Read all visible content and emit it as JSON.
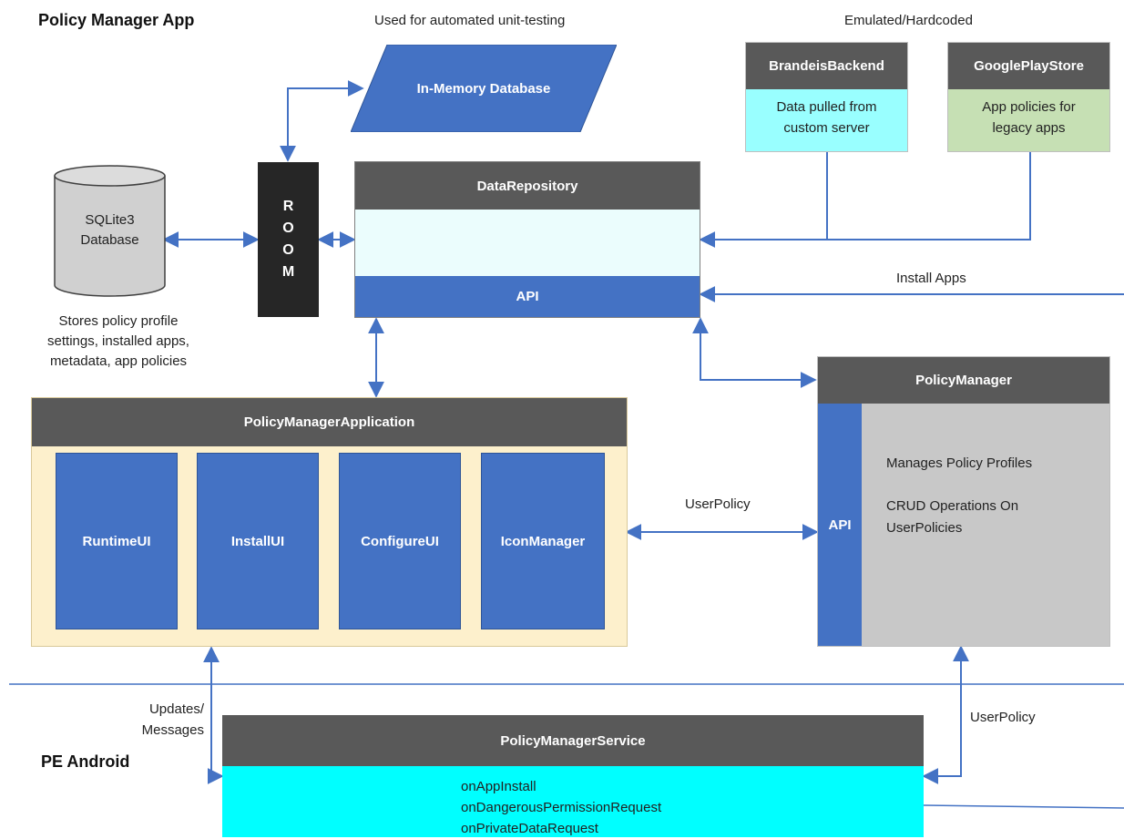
{
  "sections": {
    "top": "Policy Manager App",
    "bottom": "PE Android"
  },
  "annotations": {
    "unit_testing": "Used for automated unit-testing",
    "emulated": "Emulated/Hardcoded",
    "sqlite_note": [
      "Stores policy profile",
      "settings, installed apps,",
      "metadata, app policies"
    ]
  },
  "in_memory_db": "In-Memory Database",
  "sqlite": [
    "SQLite3",
    "Database"
  ],
  "room": [
    "R",
    "O",
    "O",
    "M"
  ],
  "brandeis": {
    "title": "BrandeisBackend",
    "body": [
      "Data pulled from",
      "custom server"
    ]
  },
  "googleplay": {
    "title": "GooglePlayStore",
    "body": [
      "App policies for",
      "legacy apps"
    ]
  },
  "data_repository": {
    "title": "DataRepository",
    "api": "API"
  },
  "install_apps": "Install Apps",
  "policy_manager_application": {
    "title": "PolicyManagerApplication",
    "modules": [
      "RuntimeUI",
      "InstallUI",
      "ConfigureUI",
      "IconManager"
    ]
  },
  "policy_manager": {
    "title": "PolicyManager",
    "api": "API",
    "lines": [
      "Manages Policy Profiles",
      "CRUD Operations On",
      "UserPolicies"
    ]
  },
  "user_policy_mid": "UserPolicy",
  "user_policy_right": "UserPolicy",
  "updates_messages": [
    "Updates/",
    "Messages"
  ],
  "policy_manager_service": {
    "title": "PolicyManagerService",
    "methods": [
      "onAppInstall",
      "onDangerousPermissionRequest",
      "onPrivateDataRequest"
    ]
  },
  "colors": {
    "header": "#595959",
    "blue": "#4472c4",
    "room": "#262626",
    "light_cyan": "#ebfdfd",
    "cyan_box": "#99ffff",
    "green_box": "#c6e0b4",
    "cream": "#fdf0cc",
    "grey_panel": "#c8c8c8",
    "service_cyan": "#00ffff",
    "line": "#4472c4"
  }
}
